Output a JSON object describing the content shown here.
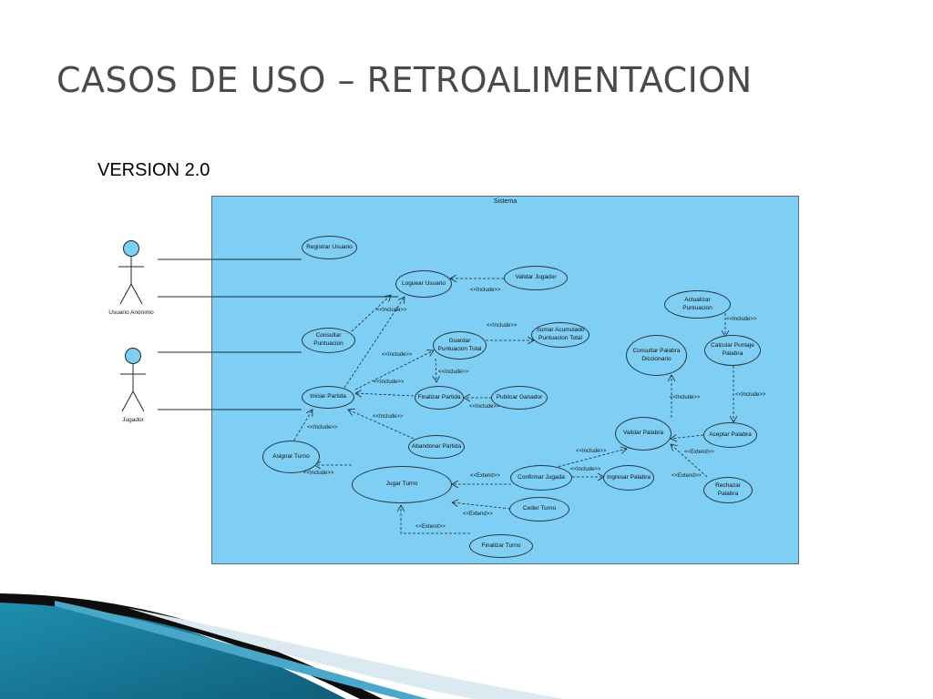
{
  "slide": {
    "title": "CASOS DE USO – RETROALIMENTACION",
    "version": "VERSION 2.0"
  },
  "diagram": {
    "system_label": "Sistema",
    "actors": {
      "usuario_anonimo": "Usuario Anónimo",
      "jugador": "Jugador"
    },
    "use_cases": {
      "registrar_usuario": "Registrar Usuario",
      "loguear_usuario": "Loguear Usuario",
      "validar_jugador": "Validar Jugador",
      "consultar_puntuacion": "Consultar\nPuntuacion",
      "guardar_puntuacion_total": "Guardar\nPuntuacion Total",
      "sumar_acumulado": "Sumar Acumulado\nPuntuacion Total",
      "iniciar_partida": "Iniciar Partida",
      "finalizar_partida": "Finalizar Partida",
      "publicar_ganador": "Publicar Ganador",
      "abandonar_partida": "Abandonar Partida",
      "asignar_turno": "Asignar Turno",
      "jugar_turno": "Jugar Turno",
      "confirmar_jugada": "Confirmar Jugada",
      "ingresar_palabra": "Ingresar Palabra",
      "ceder_turno": "Ceder Turno",
      "finalizar_turno": "Finalizar Turno",
      "validar_palabra": "Validar Palabra",
      "consultar_palabra_diccionario": "Consultar Palabra\nDiccionario",
      "actualizar_puntuacion": "Actualizar\nPuntuacion",
      "calcular_puntaje_palabra": "Calcular Puntaje\nPalabra",
      "aceptar_palabra": "Aceptar Palabra",
      "rechazar_palabra": "Rechazar\nPalabra"
    },
    "stereotypes": {
      "include": "<<Include>>",
      "extend": "<<Extend>>"
    }
  }
}
